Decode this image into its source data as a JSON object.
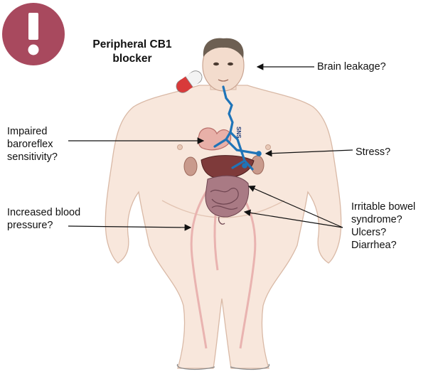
{
  "title": "Peripheral CB1\nblocker",
  "warning_glyph": "!",
  "sns_label": "SNS",
  "labels": {
    "brain": "Brain leakage?",
    "baroreflex": "Impaired\nbaroreflex\nsensitivity?",
    "stress": "Stress?",
    "blood_pressure": "Increased blood\npressure?",
    "gi": "Irritable bowel\nsyndrome?\nUlcers?\nDiarrhea?"
  },
  "colors": {
    "warning": "#a8495e",
    "skin": "#f8e7dc",
    "skin_outline": "#d9b9a6",
    "nerve": "#1f74b8",
    "arrow": "#111111",
    "capsule_red": "#d83a3a",
    "capsule_white": "#f3f3f3"
  },
  "icons": [
    "warning-icon",
    "pill-icon"
  ]
}
